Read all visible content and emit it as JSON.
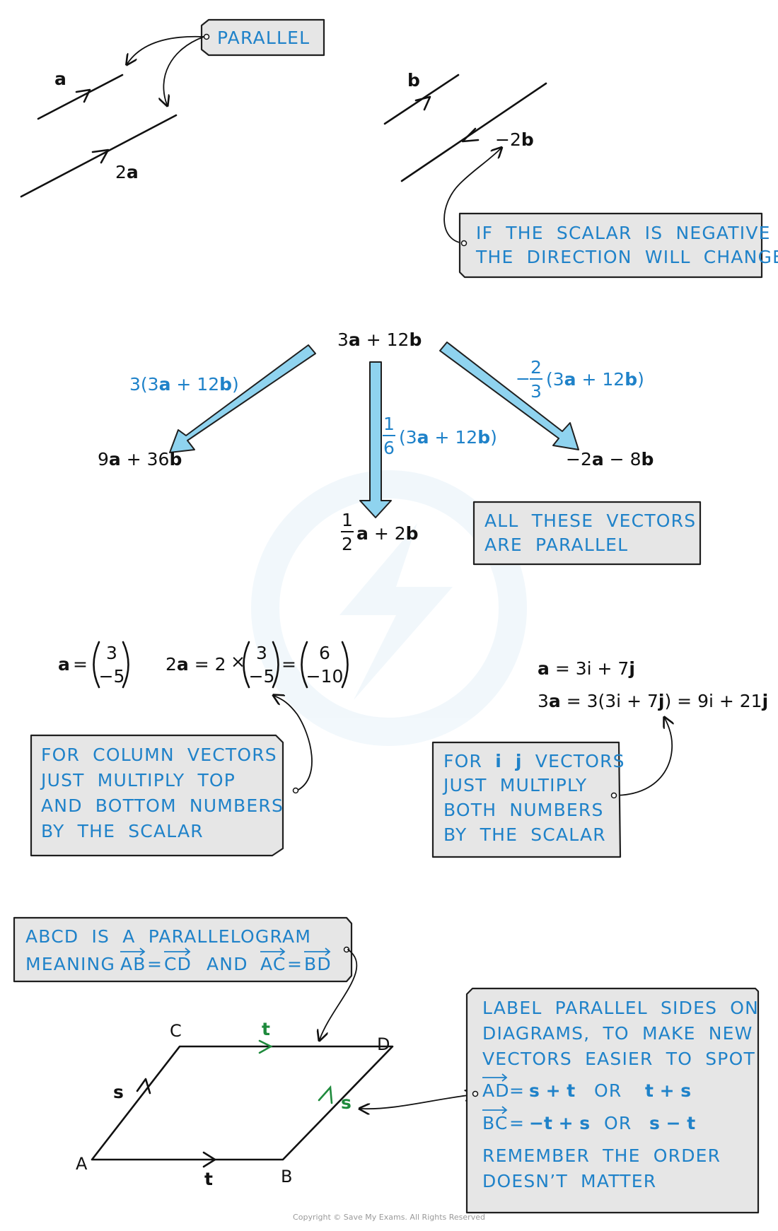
{
  "section1": {
    "parallel_note": "PARALLEL",
    "label_a": "a",
    "label_2a_coef": "2",
    "label_2a_vec": "a",
    "label_b": "b",
    "label_neg2b_coef": "−2",
    "label_neg2b_vec": "b",
    "scalar_note": [
      "IF THE SCALAR IS NEGATIVE",
      "THE DIRECTION WILL CHANGE"
    ]
  },
  "section2": {
    "source": "3a + 12b",
    "left_op": "3(3a + 12b)",
    "left_result": "9a + 36b",
    "mid_op_num": "1",
    "mid_op_den": "6",
    "mid_op_rest": "(3a + 12b)",
    "mid_result_num": "1",
    "mid_result_den": "2",
    "mid_result_rest": "a + 2b",
    "right_op_sign": "−",
    "right_op_num": "2",
    "right_op_den": "3",
    "right_op_rest": "(3a + 12b)",
    "right_result": "−2a − 8b",
    "note": [
      "ALL THESE VECTORS",
      "ARE PARALLEL"
    ]
  },
  "section3": {
    "col_vec_a": [
      "3",
      "−5"
    ],
    "col_scalar": "2",
    "col_vec_2a": [
      "6",
      "−10"
    ],
    "col_note": [
      "FOR COLUMN VECTORS",
      "JUST MULTIPLY TOP",
      "AND BOTTOM NUMBERS",
      "BY THE SCALAR"
    ],
    "ij_line1": "a = 3i + 7j",
    "ij_line2": "3a = 3(3i + 7j) = 9i + 21j",
    "ij_note_line1_pre": "FOR",
    "ij_note_line1_bold": "i j",
    "ij_note_line1_post": "VECTORS",
    "ij_note_rest": [
      "JUST MULTIPLY",
      "BOTH NUMBERS",
      "BY THE SCALAR"
    ]
  },
  "section4": {
    "abcd_note_line1": "ABCD IS A PARALLELOGRAM",
    "abcd_note_line2_pre": "MEANING",
    "abcd_note_AB": "AB",
    "abcd_note_CD": "CD",
    "abcd_note_and": "AND",
    "abcd_note_AC": "AC",
    "abcd_note_BD": "BD",
    "vertices": {
      "A": "A",
      "B": "B",
      "C": "C",
      "D": "D"
    },
    "side_labels": {
      "s": "s",
      "t": "t"
    },
    "label_note": [
      "LABEL PARALLEL SIDES ON",
      "DIAGRAMS, TO MAKE NEW",
      "VECTORS EASIER TO SPOT"
    ],
    "AD_vec": "AD",
    "AD_expr_1": "s + t",
    "AD_expr_2": "t + s",
    "BC_vec": "BC",
    "BC_expr_1": "−t + s",
    "BC_expr_2": "s − t",
    "or": "OR",
    "remember": [
      "REMEMBER THE ORDER",
      "DOESN’T MATTER"
    ]
  },
  "copyright": "Copyright © Save My Exams. All Rights Reserved",
  "colors": {
    "note_text": "#1f82c9",
    "note_bg": "#e6e6e6",
    "arrow_fill": "#8fd3ef",
    "green": "#1e8a3c"
  }
}
